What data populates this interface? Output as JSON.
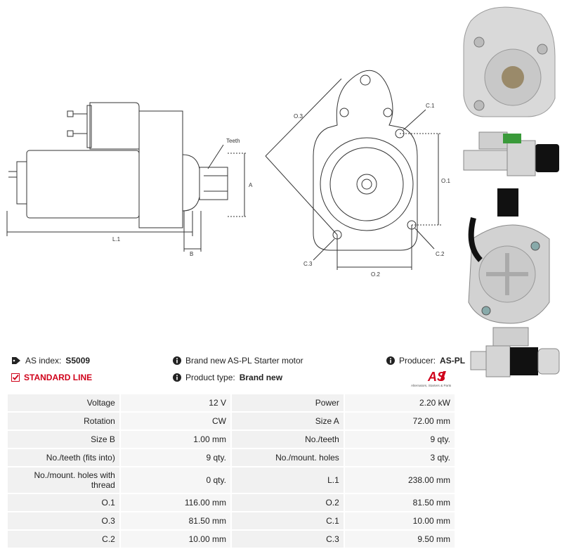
{
  "drawing": {
    "labels": {
      "teeth": "Teeth",
      "a": "A",
      "b": "B",
      "l1": "L.1",
      "o3": "O.3",
      "c1": "C.1",
      "o1": "O.1",
      "c3": "C.3",
      "c2": "C.2",
      "o2": "O.2"
    }
  },
  "info": {
    "as_index_label": "AS index:",
    "as_index_value": "S5009",
    "description": "Brand new AS-PL Starter motor",
    "producer_label": "Producer:",
    "producer_value": "AS-PL",
    "line": "STANDARD LINE",
    "product_type_label": "Product type:",
    "product_type_value": "Brand new",
    "logo_text": "AS",
    "logo_tagline": "Alternators, Starters & Parts"
  },
  "specs": [
    {
      "k1": "Voltage",
      "v1": "12 V",
      "k2": "Power",
      "v2": "2.20 kW"
    },
    {
      "k1": "Rotation",
      "v1": "CW",
      "k2": "Size A",
      "v2": "72.00 mm"
    },
    {
      "k1": "Size B",
      "v1": "1.00 mm",
      "k2": "No./teeth",
      "v2": "9 qty."
    },
    {
      "k1": "No./teeth (fits into)",
      "v1": "9 qty.",
      "k2": "No./mount. holes",
      "v2": "3 qty."
    },
    {
      "k1": "No./mount. holes with thread",
      "v1": "0 qty.",
      "k2": "L.1",
      "v2": "238.00 mm"
    },
    {
      "k1": "O.1",
      "v1": "116.00 mm",
      "k2": "O.2",
      "v2": "81.50 mm"
    },
    {
      "k1": "O.3",
      "v1": "81.50 mm",
      "k2": "C.1",
      "v2": "10.00 mm"
    },
    {
      "k1": "C.2",
      "v1": "10.00 mm",
      "k2": "C.3",
      "v2": "9.50 mm"
    }
  ]
}
